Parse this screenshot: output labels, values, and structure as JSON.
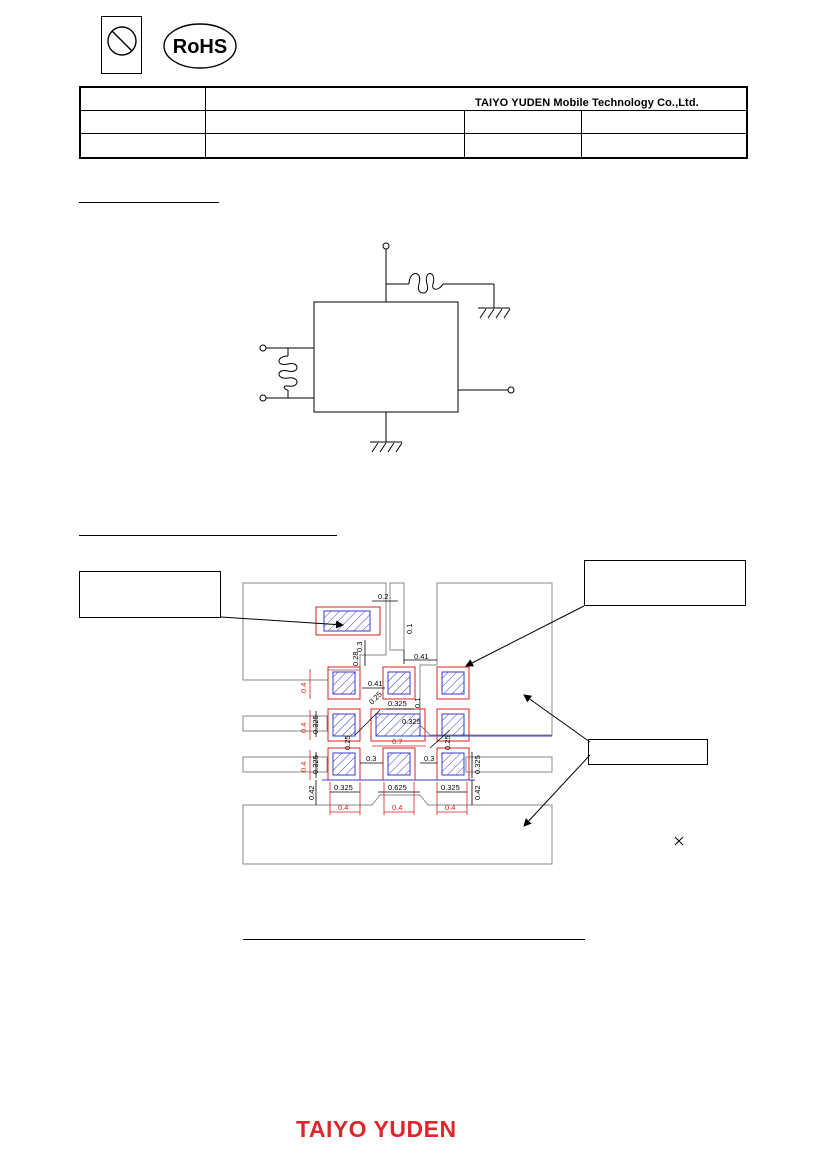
{
  "header": {
    "rohs_label": "RoHS",
    "company": "TAIYO YUDEN Mobile Technology Co.,Ltd."
  },
  "land_pattern": {
    "dimensions": [
      "0.2",
      "0.1",
      "0.41",
      "0.3",
      "0.28",
      "0.41",
      "0.325",
      "0.4",
      "0.4",
      "0.4",
      "0.7",
      "0.3",
      "0.3",
      "0.325",
      "0.625",
      "0.325",
      "0.42",
      "0.42",
      "0.4",
      "0.4",
      "0.4",
      "0.325",
      "0.325",
      "0.325",
      "0.325",
      "0.25",
      "0.25",
      "0.25",
      "0.1"
    ]
  },
  "footer": {
    "logo": "TAIYO YUDEN"
  },
  "colors": {
    "logo_red": "#e0262d",
    "pad_blue": "#3a3acd",
    "dim_red": "#d92020"
  }
}
